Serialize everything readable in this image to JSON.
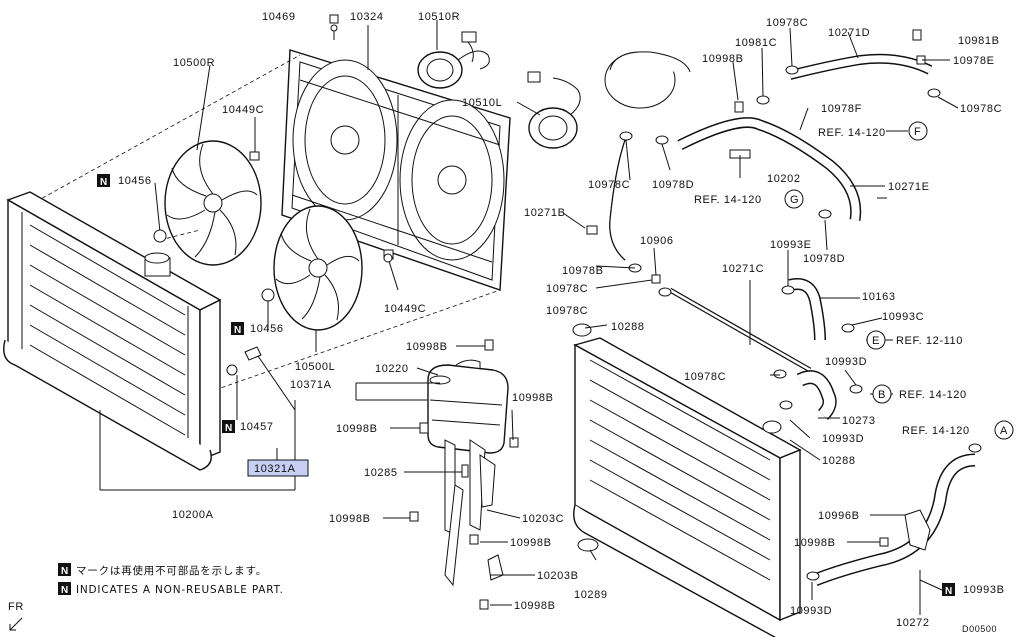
{
  "part_labels": {
    "p10469": "10469",
    "p10324": "10324",
    "p10510R": "10510R",
    "p10500R": "10500R",
    "p10449C_a": "10449C",
    "p10510L": "10510L",
    "p10456_a": "10456",
    "p10456_b": "10456",
    "p10449C_b": "10449C",
    "p10500L": "10500L",
    "p10457": "10457",
    "p10321A": "10321A",
    "p10200A": "10200A",
    "p10998B_a": "10998B",
    "p10978C_a": "10978C",
    "p10981C": "10981C",
    "p10271D": "10271D",
    "p10981B": "10981B",
    "p10978E": "10978E",
    "p10978C_b": "10978C",
    "p10978F": "10978F",
    "p10978C_c": "10978C",
    "p10978D_a": "10978D",
    "p10202": "10202",
    "p10271E": "10271E",
    "p10271B": "10271B",
    "p10978D_b": "10978D",
    "p10978B": "10978B",
    "p10906": "10906",
    "p10993E": "10993E",
    "p10978C_d": "10978C",
    "p10271C": "10271C",
    "p10163": "10163",
    "p10978C_e": "10978C",
    "p10993C": "10993C",
    "p10288_a": "10288",
    "p10993D_a": "10993D",
    "p10978C_f": "10978C",
    "p10273": "10273",
    "p10993D_b": "10993D",
    "p10288_b": "10288",
    "p10998B_b": "10998B",
    "p10220": "10220",
    "p10371A": "10371A",
    "p10998B_c": "10998B",
    "p10998B_d": "10998B",
    "p10285": "10285",
    "p10998B_e": "10998B",
    "p10203C": "10203C",
    "p10998B_f": "10998B",
    "p10203B": "10203B",
    "p10289": "10289",
    "p10998B_g": "10998B",
    "p10996B": "10996B",
    "p10998B_h": "10998B",
    "p10993B": "10993B",
    "p10993D_c": "10993D",
    "p10272": "10272"
  },
  "references": {
    "ref_F": "REF. 14-120",
    "ref_G": "REF. 14-120",
    "ref_E": "REF. 12-110",
    "ref_B": "REF. 14-120",
    "ref_A": "REF. 14-120"
  },
  "ref_circles": {
    "F": "F",
    "G": "G",
    "E": "E",
    "B": "B",
    "A": "A"
  },
  "badge_letter": "N",
  "legend": {
    "japanese": "マークは再使用不可部品を示します。",
    "english": "INDICATES A NON-REUSABLE PART."
  },
  "corner": {
    "fr": "FR",
    "code": "D00500"
  }
}
